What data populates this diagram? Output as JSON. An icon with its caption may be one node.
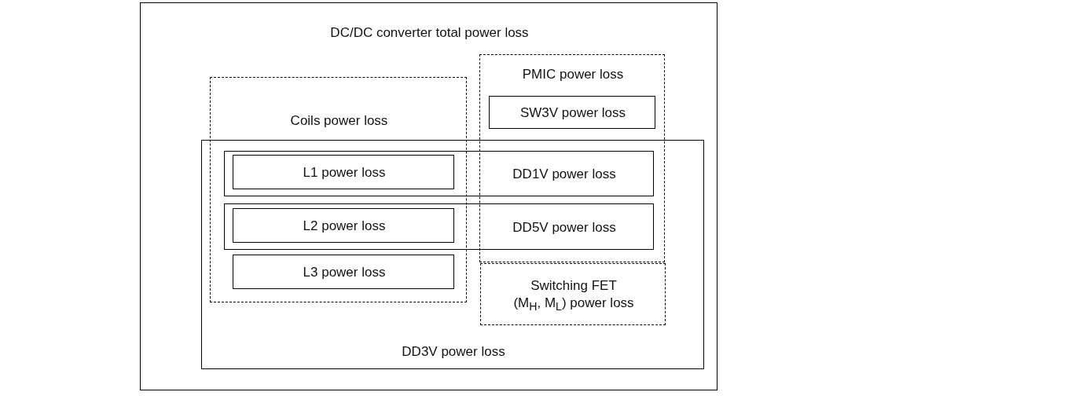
{
  "diagram": {
    "nodes": [
      {
        "text": [
          "DC/DC converter total power loss"
        ]
      },
      {
        "text": [
          "PMIC power loss"
        ],
        "in": 0
      },
      {
        "text": [
          "SW3V power loss"
        ],
        "in": 1
      },
      {
        "text": [
          "Coils power loss"
        ],
        "in": 0
      },
      {
        "text": [
          "DD3V power loss"
        ],
        "in": 0
      },
      {
        "text": [
          "DD1V power loss"
        ],
        "in": 4
      },
      {
        "text": [
          "L1 power loss"
        ]
      },
      {
        "text": [
          "DD5V power loss"
        ],
        "in": 4
      },
      {
        "text": [
          "L2 power loss"
        ]
      },
      {
        "text": [
          "L3 power loss"
        ]
      },
      {
        "text": [
          "Switching FET (M$_{H}$, M$_{L}$) power loss"
        ],
        "in": 4
      }
    ],
    "edges": []
  }
}
